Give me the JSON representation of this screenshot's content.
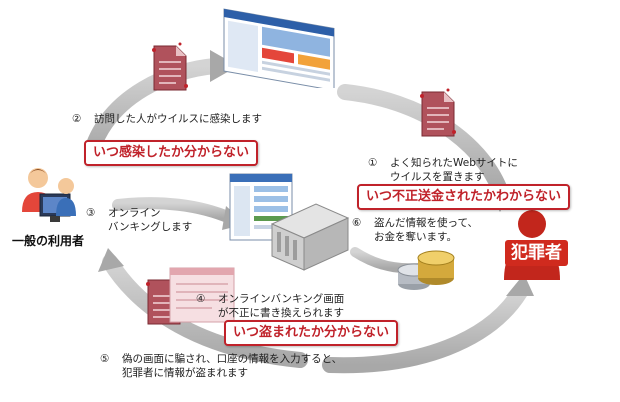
{
  "user_label": "一般の利用者",
  "criminal_label": "犯罪者",
  "steps": [
    {
      "num": "①",
      "lines": [
        "よく知られたWebサイトに",
        "ウイルスを置きます"
      ]
    },
    {
      "num": "②",
      "lines": [
        "訪問した人がウイルスに感染します"
      ]
    },
    {
      "num": "③",
      "lines": [
        "オンライン",
        "バンキングします"
      ]
    },
    {
      "num": "④",
      "lines": [
        "オンラインバンキング画面",
        "が不正に書き換えられます"
      ]
    },
    {
      "num": "⑤",
      "lines": [
        "偽の画面に騙され、口座の情報を入力すると、",
        "犯罪者に情報が盗まれます"
      ]
    },
    {
      "num": "⑥",
      "lines": [
        "盗んだ情報を使って、",
        "お金を奪います。"
      ]
    }
  ],
  "warnings": {
    "infected": "いつ感染したか分からない",
    "transferred": "いつ不正送金されたかわからない",
    "stolen": "いつ盗まれたか分からない"
  },
  "colors": {
    "warning_red": "#c0222a",
    "arrow_gray": "#b4b4b4",
    "criminal_red": "#d02a1e",
    "virus_file": "#b0525c"
  }
}
